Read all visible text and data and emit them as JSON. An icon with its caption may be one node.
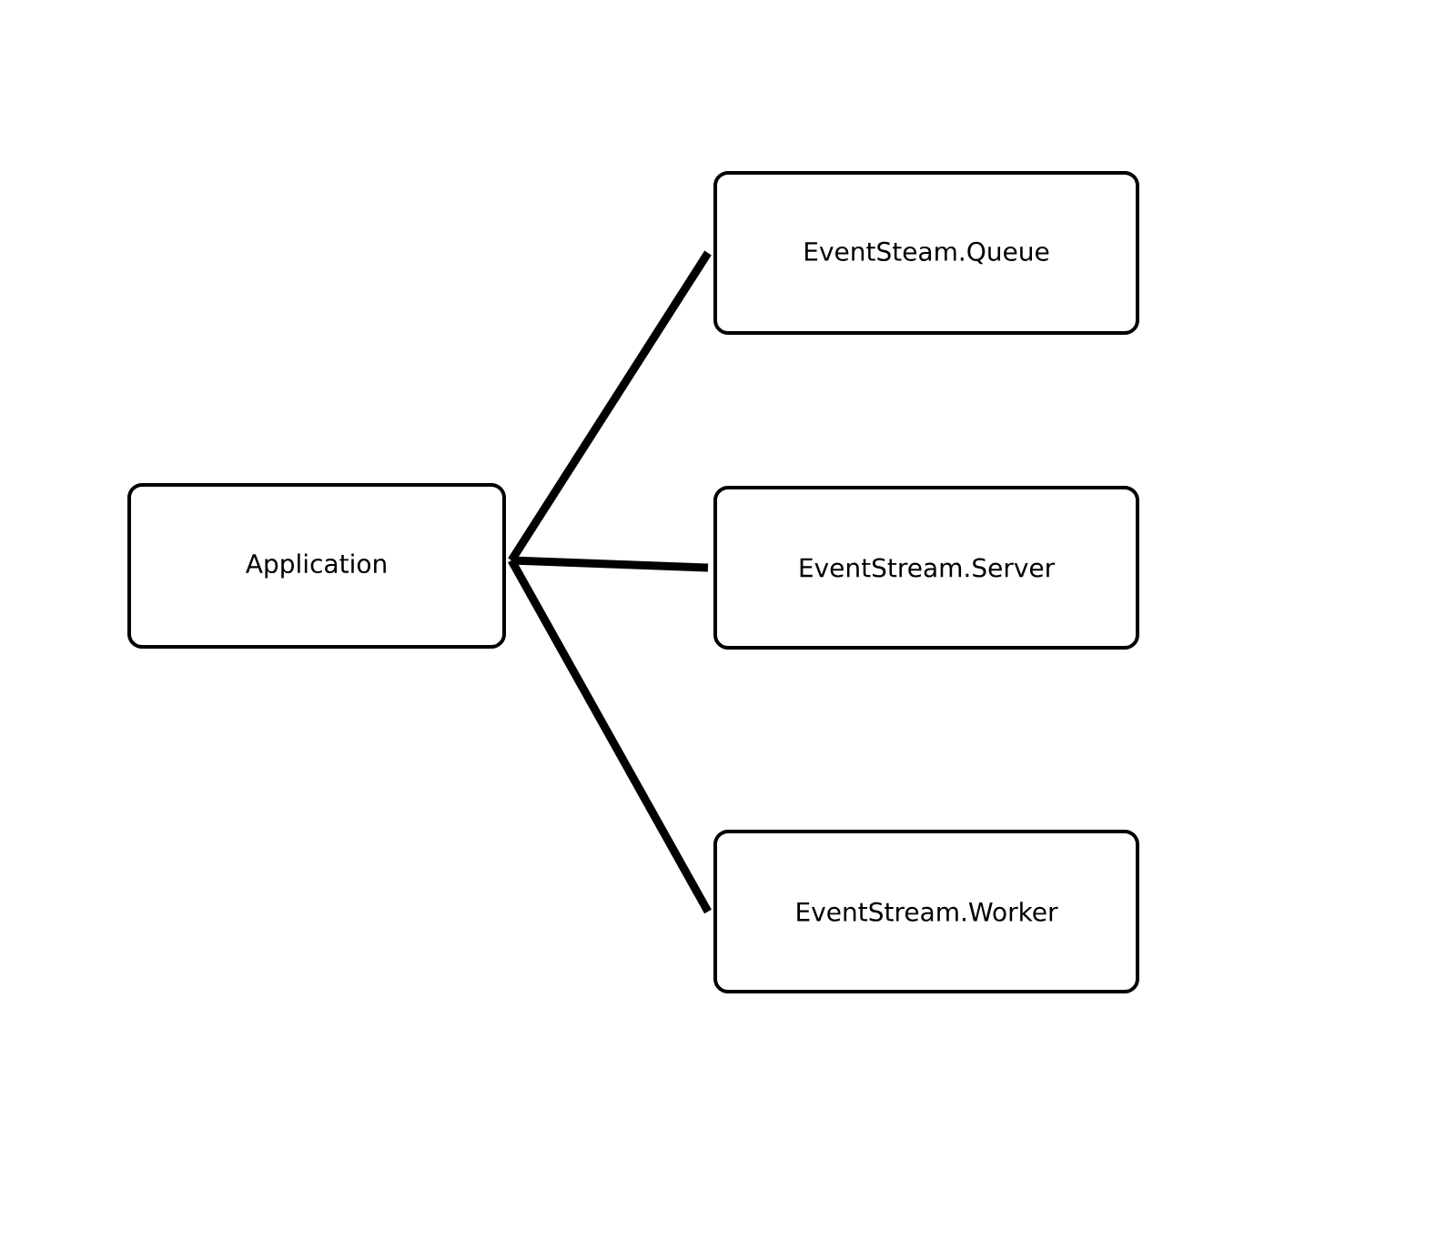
{
  "diagram": {
    "nodes": [
      {
        "text": [
          "Application"
        ]
      },
      {
        "text": [
          "EventSteam.Queue"
        ]
      },
      {
        "text": [
          "EventStream.Server"
        ]
      },
      {
        "text": [
          "EventStream.Worker"
        ]
      }
    ],
    "edges": [
      {
        "from": 0,
        "to": 1,
        "arrow": "none"
      },
      {
        "from": 0,
        "to": 2,
        "arrow": "none"
      },
      {
        "from": 0,
        "to": 3,
        "arrow": "none"
      }
    ]
  }
}
